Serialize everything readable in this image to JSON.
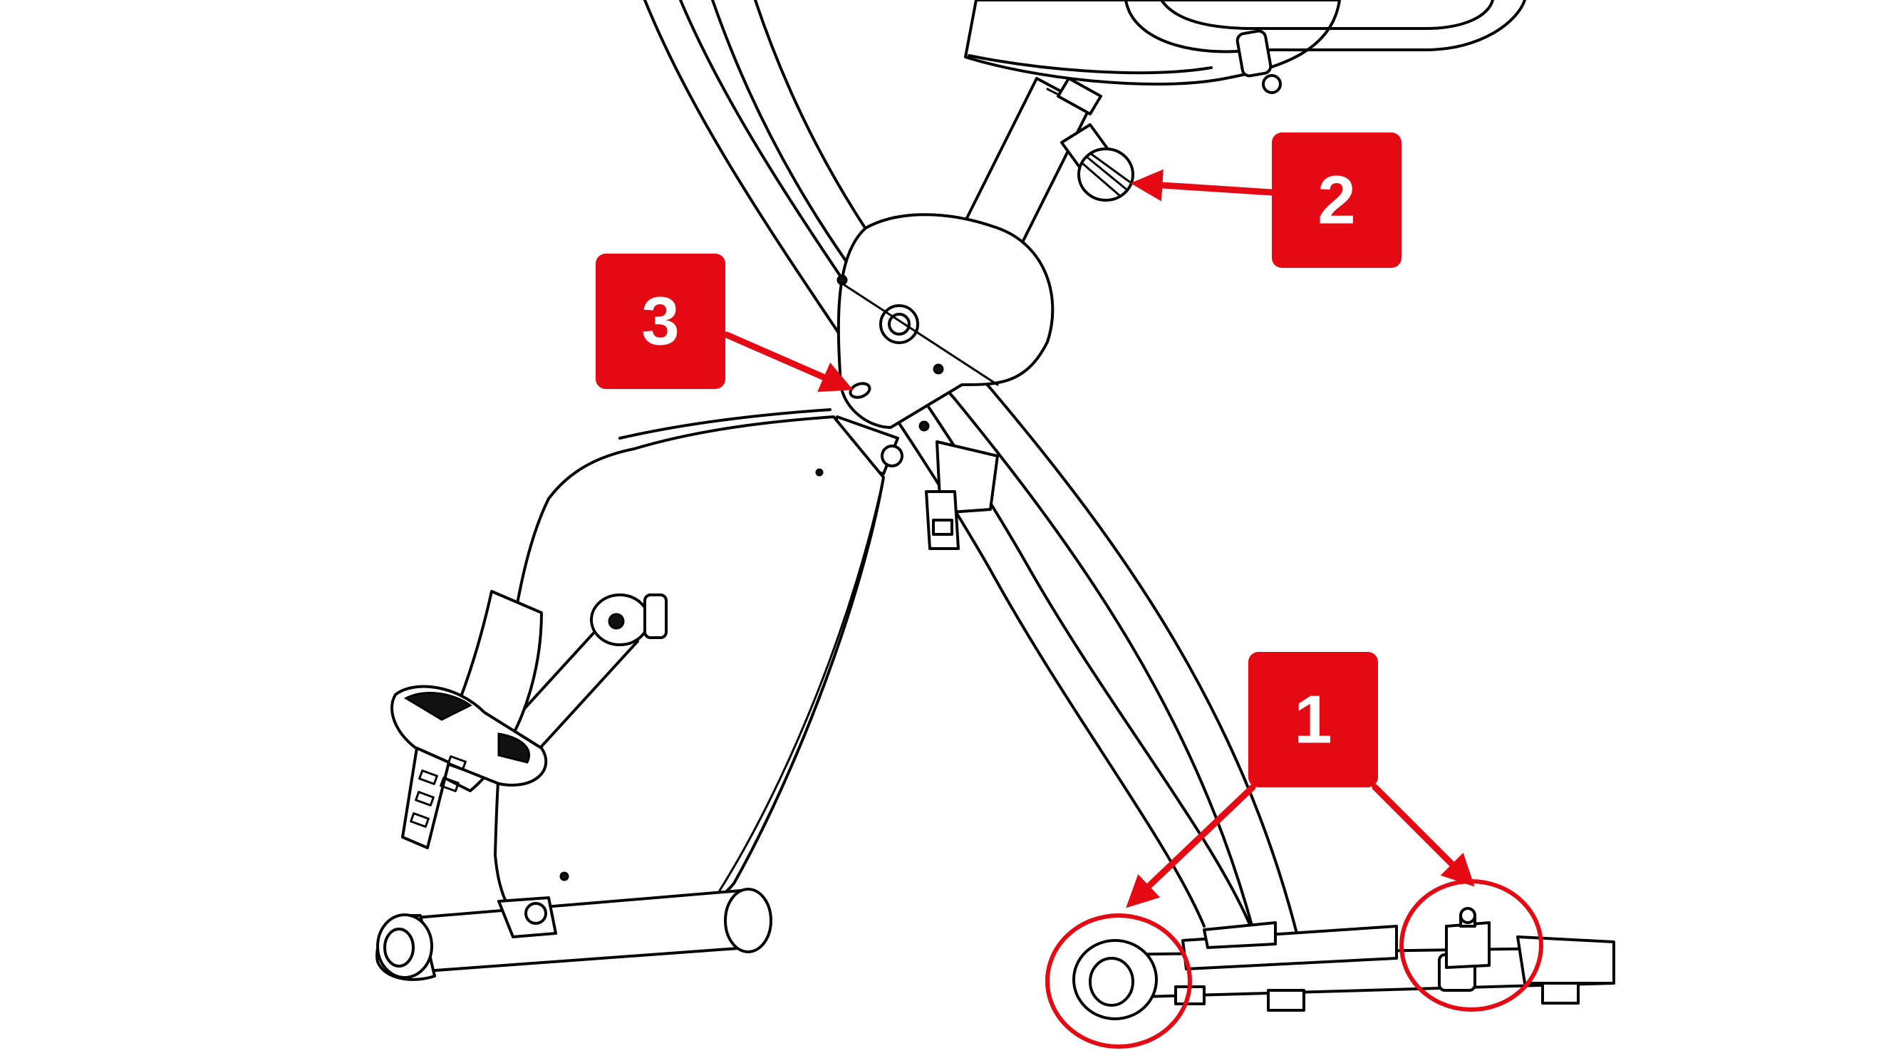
{
  "colors": {
    "callout_fill": "#e50914",
    "callout_text": "#ffffff",
    "annotation": "#e50914",
    "line_art": "#000000",
    "background": "#ffffff"
  },
  "callouts": [
    {
      "id": "1",
      "label": "1"
    },
    {
      "id": "2",
      "label": "2"
    },
    {
      "id": "3",
      "label": "3"
    }
  ]
}
